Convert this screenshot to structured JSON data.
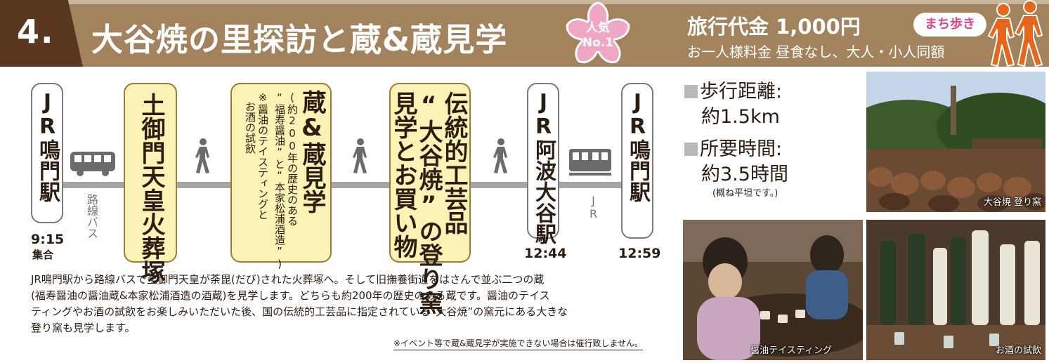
{
  "header": {
    "number": "4.",
    "title": "大谷焼の里探訪と蔵&蔵見学",
    "badge_line1": "人気",
    "badge_line2": "No.1",
    "price": "旅行代金 1,000円",
    "price_note": "お一人様料金 昼食なし、大人・小人同額",
    "walk_badge": "まち歩き",
    "colors": {
      "band": "#a3835e",
      "tab": "#5a3820",
      "flower": "#f0a6c5",
      "walker": "#e8661c"
    }
  },
  "route": {
    "stops": [
      {
        "title": "JR鳴門駅"
      },
      {
        "title": "土御門天皇火葬塚"
      },
      {
        "title": "蔵&蔵見学",
        "sub1": "(約200年の歴史のある",
        "sub2": "“福寿醤油”と“本家松浦酒造”)",
        "sub3": "※醤油のテイスティングと",
        "sub4": "お酒の試飲"
      },
      {
        "title1": "伝統的工芸品",
        "title2": "“大谷焼”の登り窯",
        "title3": "見学とお買い物"
      },
      {
        "title": "JR阿波大谷駅"
      },
      {
        "title": "JR鳴門駅"
      }
    ],
    "bus_label": "路線バス",
    "jr_label": "JR",
    "times": {
      "start": "9:15",
      "start_note": "集合",
      "t2": "12:44",
      "t3": "12:59"
    },
    "icons": [
      "bus-icon",
      "walk-icon",
      "train-icon"
    ]
  },
  "info": {
    "distance_label": "歩行距離:",
    "distance_value": "約1.5km",
    "time_label": "所要時間:",
    "time_value": "約3.5時間",
    "time_note": "(概ね平坦です。)"
  },
  "description": {
    "line1": "JR鳴門駅から路線バスで土御門天皇が荼毘(だび)された火葬塚へ。そして旧撫養街道をはさんで並ぶ二つの蔵",
    "line2": "(福寿醤油の醤油蔵&本家松浦酒造の酒蔵)を見学します。どちらも約200年の歴史のある蔵です。醤油のテイス",
    "line3": "ティングやお酒の試飲をお楽しみいただいた後、国の伝統的工芸品に指定されている“大谷焼”の窯元にある大きな",
    "line4": "登り窯も見学します。",
    "footnote": "※イベント等で蔵&蔵見学が実施できない場合は催行致しません。"
  },
  "photos": {
    "kiln": "大谷焼 登り窯",
    "soy": "醤油テイスティング",
    "sake": "お酒の試飲"
  }
}
